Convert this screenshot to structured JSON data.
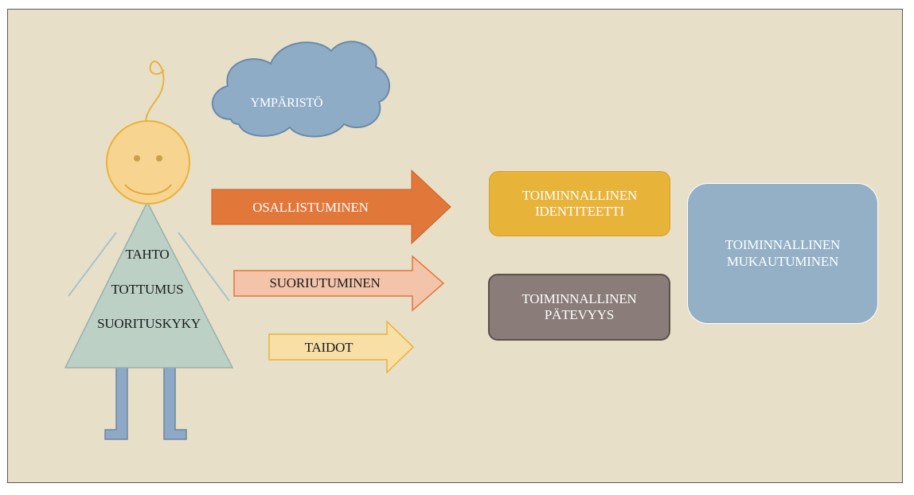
{
  "environment": {
    "label": "YMPÄRISTÖ"
  },
  "person": {
    "traits": [
      "TAHTO",
      "TOTTUMUS",
      "SUORITUSKYKY"
    ]
  },
  "arrows": [
    {
      "label": "OSALLISTUMINEN",
      "color": "#e2773a"
    },
    {
      "label": "SUORIUTUMINEN",
      "color": "#f4c4aa"
    },
    {
      "label": "TAIDOT",
      "color": "#f8dfa6"
    }
  ],
  "boxes": {
    "identity": {
      "label": "TOIMINNALLINEN IDENTITEETTI",
      "color": "#e8b339"
    },
    "competence": {
      "label": "TOIMINNALLINEN PÄTEVYYS",
      "color": "#8a7c78"
    },
    "adaptation": {
      "label": "TOIMINNALLINEN MUKAUTUMINEN",
      "color": "#94b0c6"
    }
  },
  "colors": {
    "background": "#e8dfc8",
    "cloud": "#8eacc6",
    "face": "#f7d48f",
    "dress": "#bdd0c6",
    "legs": "#8ea9c5"
  }
}
